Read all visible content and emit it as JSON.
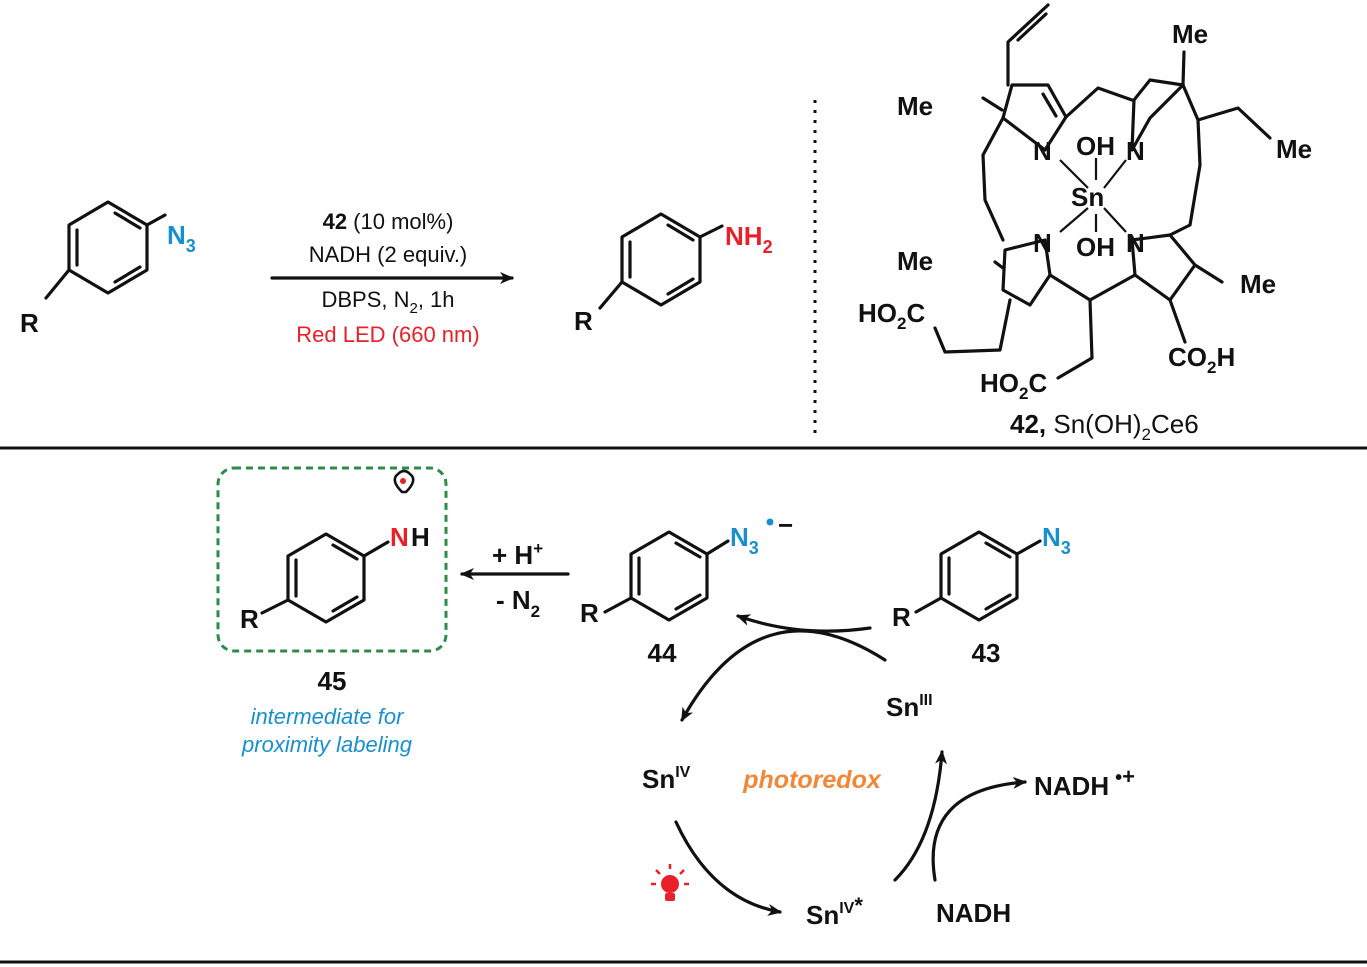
{
  "colors": {
    "azide_blue": "#1a8fce",
    "amine_red": "#e8202a",
    "photoredox_orange": "#f0883a",
    "box_green": "#2e8b4a",
    "ink": "#111111"
  },
  "reaction": {
    "substituent": "R",
    "reactant_group": "N",
    "reactant_group_sub": "3",
    "product_group": "NH",
    "product_group_sub": "2",
    "conditions": {
      "catalyst_bold": "42",
      "catalyst_rest": " (10 mol%)",
      "reductant": "NADH (2 equiv.)",
      "solvent_pre": "DBPS, N",
      "solvent_sub": "2",
      "solvent_post": ", 1h",
      "light": "Red LED (660 nm)"
    }
  },
  "catalyst": {
    "metal": "Sn",
    "ligand_top": "OH",
    "ligand_bottom": "OH",
    "nitrogen": "N",
    "methyl": "Me",
    "acid_left_pre": "HO",
    "acid_left_sub": "2",
    "acid_left_post": "C",
    "acid_right_pre": "CO",
    "acid_right_sub": "2",
    "acid_right_post": "H",
    "label_bold": "42,",
    "label_rest_pre": " Sn(OH)",
    "label_rest_sub": "2",
    "label_rest_post": "Ce6"
  },
  "mechanism": {
    "intermediate_45": {
      "number": "45",
      "group_n": "N",
      "group_h": "H",
      "caption_line1": "intermediate for",
      "caption_line2": "proximity labeling"
    },
    "step_reagents": {
      "top_pre": "+ H",
      "top_sup": "+",
      "bottom_pre": "- N",
      "bottom_sub": "2"
    },
    "radical_anion_44": {
      "number": "44",
      "group": "N",
      "group_sub": "3",
      "charge": "−"
    },
    "azide_43": {
      "number": "43",
      "group": "N",
      "group_sub": "3"
    },
    "cycle": {
      "sn3": "Sn",
      "sn3_sup": "III",
      "sn4": "Sn",
      "sn4_sup": "IV",
      "sn4_excited": "Sn",
      "sn4_excited_sup": "IV",
      "excited_mark": "*",
      "center_label": "photoredox",
      "nadh": "NADH",
      "nadh_radical": "NADH",
      "nadh_radical_sup": "+"
    },
    "light_icon": "red-light-bulb-icon"
  }
}
